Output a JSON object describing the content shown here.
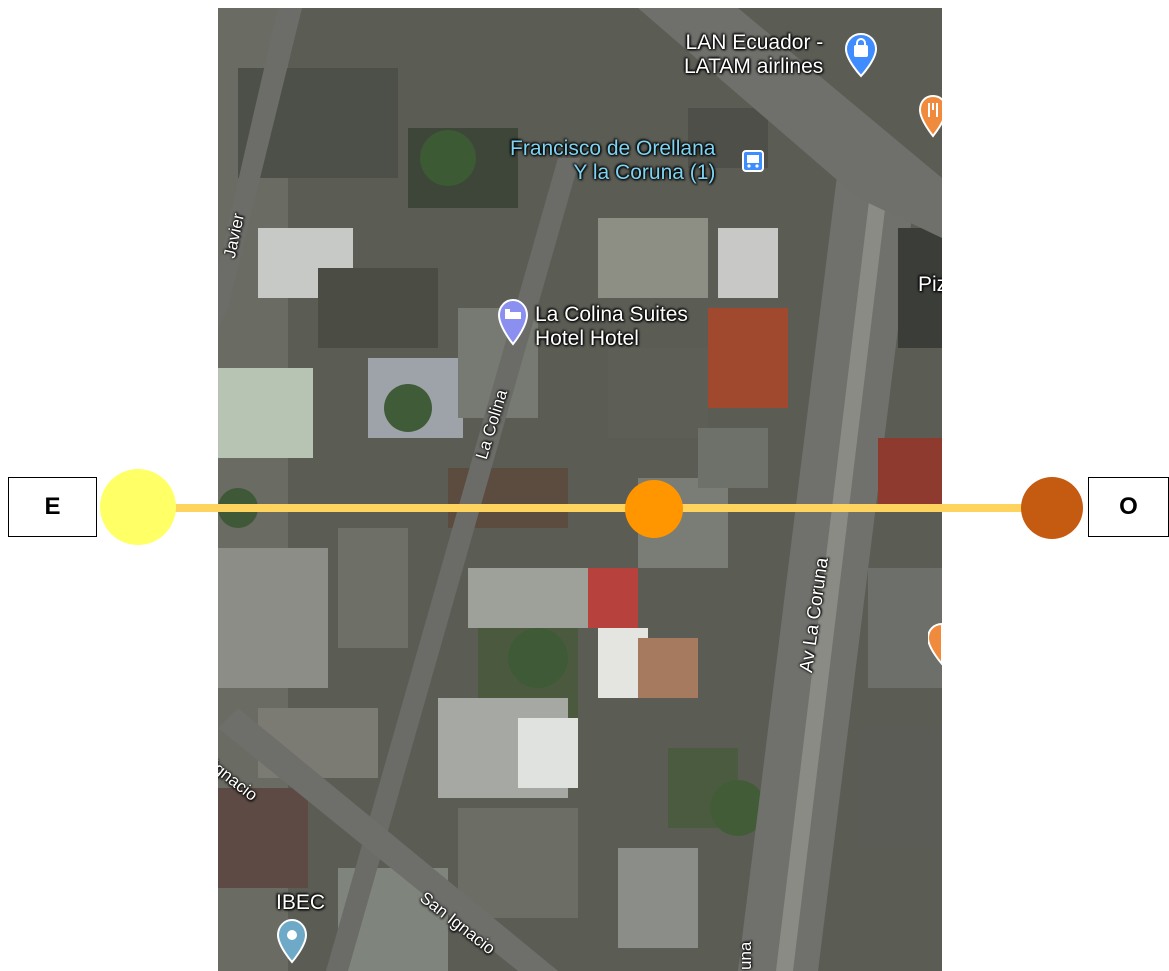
{
  "map": {
    "places": {
      "lan": {
        "line1": "LAN Ecuador -",
        "line2": "LATAM airlines",
        "icon": "shopping-bag-pin-icon"
      },
      "bus_stop": {
        "line1": "Francisco de Orellana",
        "line2": "Y la Coruna (1)",
        "icon": "bus-stop-icon"
      },
      "hotel": {
        "line1": "La Colina Suites",
        "line2": "Hotel Hotel",
        "icon": "hotel-bed-pin-icon"
      },
      "ibec": {
        "name": "IBEC",
        "icon": "place-pin-icon"
      },
      "pizza_partial": {
        "name": "Piz"
      }
    },
    "streets": {
      "la_colina": "La Colina",
      "av_la_coruna": "Av La Coruna",
      "san_ignacio": "San Ignacio",
      "ignacio_partial": "Ignacio",
      "javier_partial": "Javier",
      "coruna_partial": "una"
    }
  },
  "axis": {
    "left_label": "E",
    "right_label": "O",
    "colors": {
      "line": "#ffd45e",
      "left_dot": "#ffff66",
      "middle_dot": "#ff9600",
      "right_dot": "#c55a11"
    }
  }
}
